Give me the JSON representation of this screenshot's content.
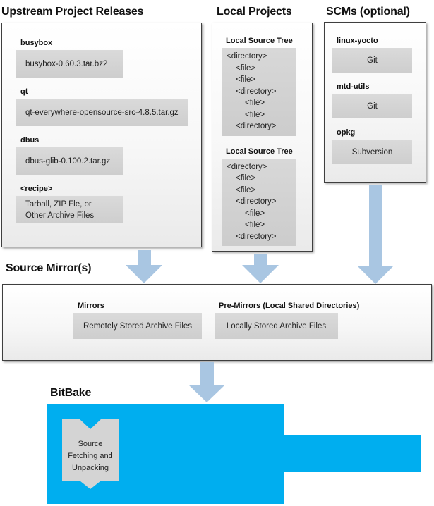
{
  "colors": {
    "bitbake_blue": "#00aeef",
    "arrow_blue": "#a9c6e2",
    "panel_border": "#3f3f3f",
    "inner_box_gray": "#d2d2d2"
  },
  "upstream": {
    "title": "Upstream Project Releases",
    "items": [
      {
        "label": "busybox",
        "file": "busybox-0.60.3.tar.bz2"
      },
      {
        "label": "qt",
        "file": "qt-everywhere-opensource-src-4.8.5.tar.gz"
      },
      {
        "label": "dbus",
        "file": "dbus-glib-0.100.2.tar.gz"
      },
      {
        "label": "<recipe>",
        "file": "Tarball, ZIP Fle, or\nOther Archive Files"
      }
    ]
  },
  "local": {
    "title": "Local Projects",
    "trees": [
      {
        "label": "Local Source Tree",
        "lines": [
          {
            "text": "<directory>",
            "indent": 0
          },
          {
            "text": "<file>",
            "indent": 1
          },
          {
            "text": "<file>",
            "indent": 1
          },
          {
            "text": "<directory>",
            "indent": 1
          },
          {
            "text": "<file>",
            "indent": 2
          },
          {
            "text": "<file>",
            "indent": 2
          },
          {
            "text": "<directory>",
            "indent": 1
          }
        ]
      },
      {
        "label": "Local Source Tree",
        "lines": [
          {
            "text": "<directory>",
            "indent": 0
          },
          {
            "text": "<file>",
            "indent": 1
          },
          {
            "text": "<file>",
            "indent": 1
          },
          {
            "text": "<directory>",
            "indent": 1
          },
          {
            "text": "<file>",
            "indent": 2
          },
          {
            "text": "<file>",
            "indent": 2
          },
          {
            "text": "<directory>",
            "indent": 1
          }
        ]
      }
    ]
  },
  "scms": {
    "title": "SCMs (optional)",
    "items": [
      {
        "label": "linux-yocto",
        "tool": "Git"
      },
      {
        "label": "mtd-utils",
        "tool": "Git"
      },
      {
        "label": "opkg",
        "tool": "Subversion"
      }
    ]
  },
  "mirrors": {
    "title": "Source Mirror(s)",
    "groups": [
      {
        "label": "Mirrors",
        "box": "Remotely Stored Archive Files"
      },
      {
        "label": "Pre-Mirrors (Local Shared Directories)",
        "box": "Locally Stored Archive Files"
      }
    ]
  },
  "bitbake": {
    "title": "BitBake",
    "process": "Source\nFetching and\nUnpacking"
  }
}
